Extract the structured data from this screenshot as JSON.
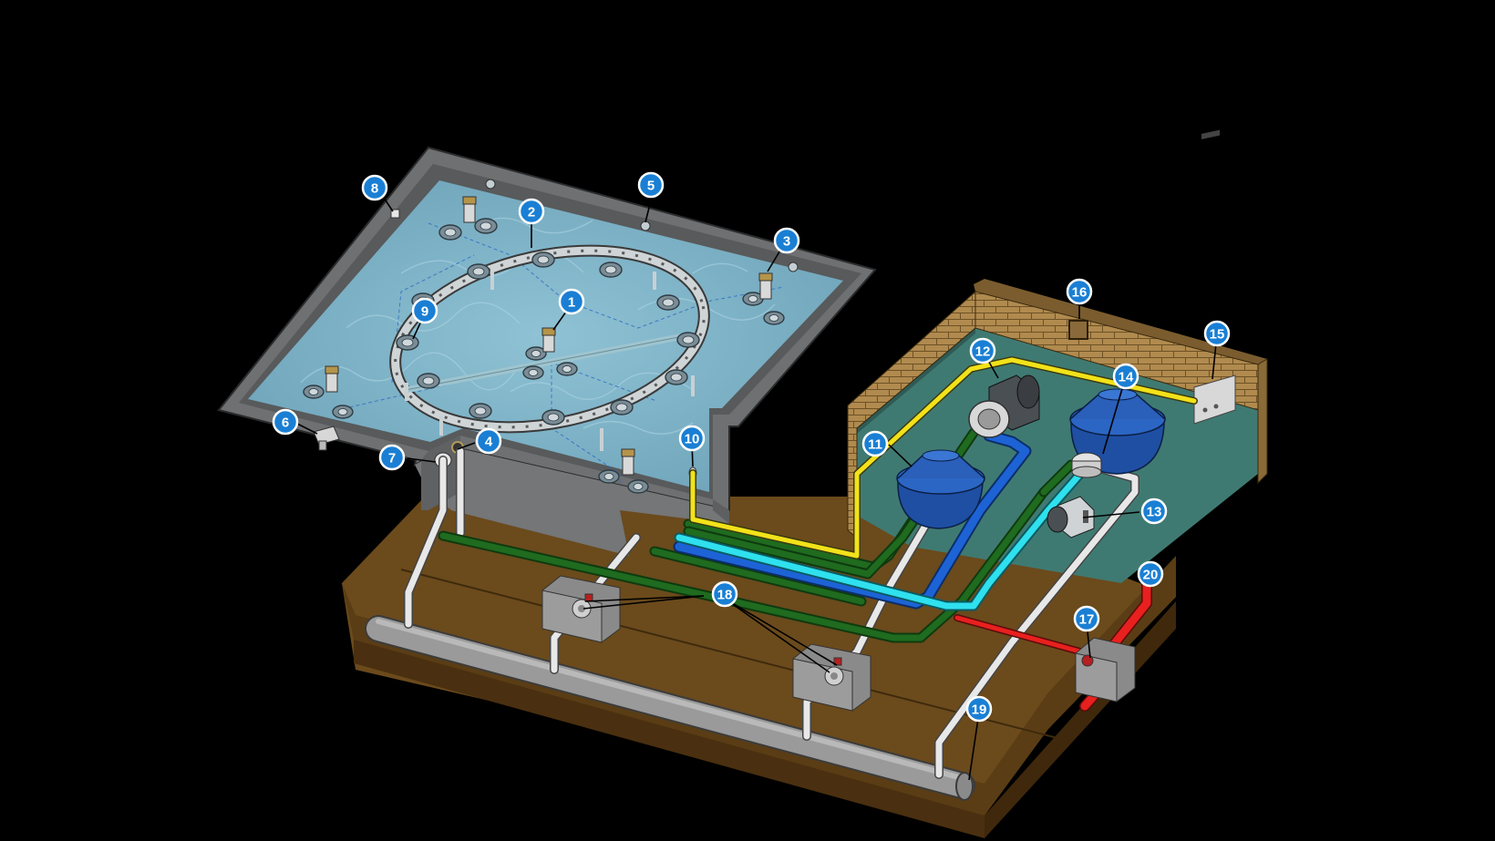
{
  "colors": {
    "background": "#000000",
    "pool_water": "#7fb3c8",
    "pool_wall": "#7d7f80",
    "soil": "#6b4a1c",
    "machine_floor": "#3f7a72",
    "brick_wall": "#b08a4e",
    "callout_fill": "#1a7fd4",
    "pipe_green": "#1f6b1f",
    "pipe_yellow": "#f2e21a",
    "pipe_blue": "#1d63d6",
    "pipe_cyan": "#2fe0ee",
    "pipe_white": "#e8e8e8",
    "pipe_red": "#e8201e",
    "drain_gray": "#9a9a9a"
  },
  "callouts": [
    "1",
    "2",
    "3",
    "4",
    "5",
    "6",
    "7",
    "8",
    "9",
    "10",
    "11",
    "12",
    "13",
    "14",
    "15",
    "16",
    "17",
    "18",
    "19",
    "20"
  ]
}
